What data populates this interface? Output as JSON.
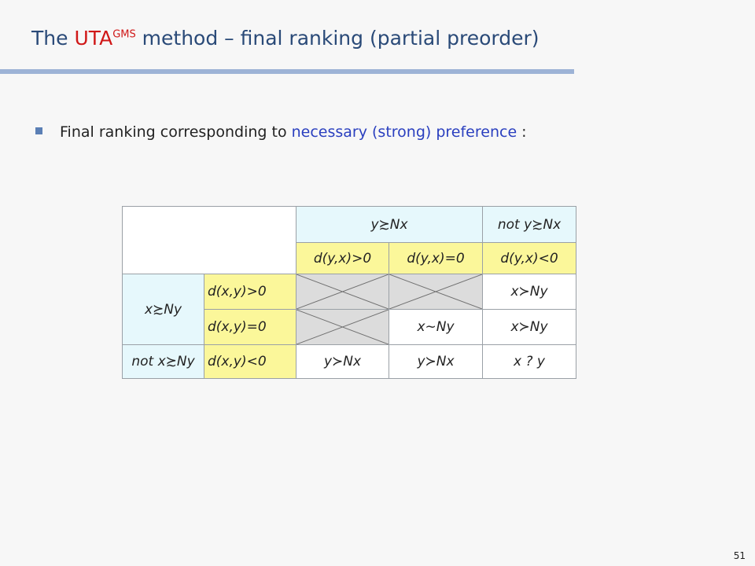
{
  "title": {
    "prefix": "The ",
    "uta": "UTA",
    "sup": "GMS",
    "rest": " method – final ranking (partial preorder)"
  },
  "bullet": {
    "text_a": "Final ranking corresponding to ",
    "text_b": "necessary (strong) preference",
    "text_c": " :"
  },
  "table": {
    "col_group_1": "y≿Nx",
    "col_group_2": "not y≿Nx",
    "col_headers": [
      "d(y,x)>0",
      "d(y,x)=0",
      "d(y,x)<0"
    ],
    "row_group_1": "x≿Ny",
    "row_group_2": "not x≿Ny",
    "row_headers": [
      "d(x,y)>0",
      "d(x,y)=0",
      "d(x,y)<0"
    ],
    "cells": {
      "r1c3": "x≻Ny",
      "r2c2": "x∼Ny",
      "r2c3": "x≻Ny",
      "r3c1": "y≻Nx",
      "r3c2": "y≻Nx",
      "r3c3": "x ? y"
    }
  },
  "page_number": "51"
}
